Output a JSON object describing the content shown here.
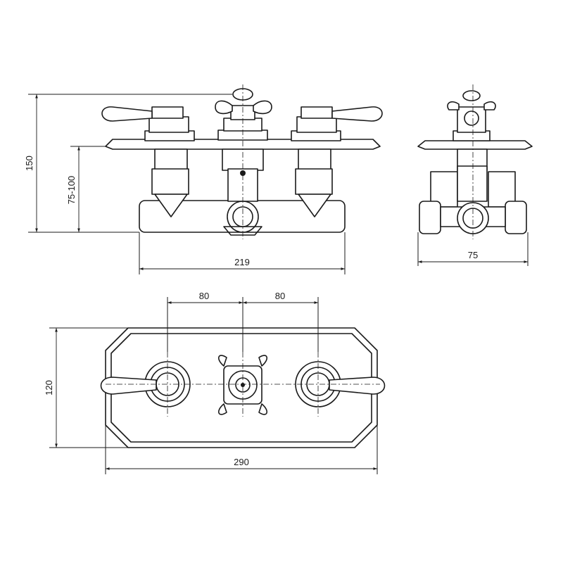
{
  "dimensions": {
    "front_height": "150",
    "front_inlet_height": "75-100",
    "front_width": "219",
    "side_depth": "75",
    "plate_spacing_left": "80",
    "plate_spacing_right": "80",
    "plate_height": "120",
    "plate_width": "290"
  }
}
